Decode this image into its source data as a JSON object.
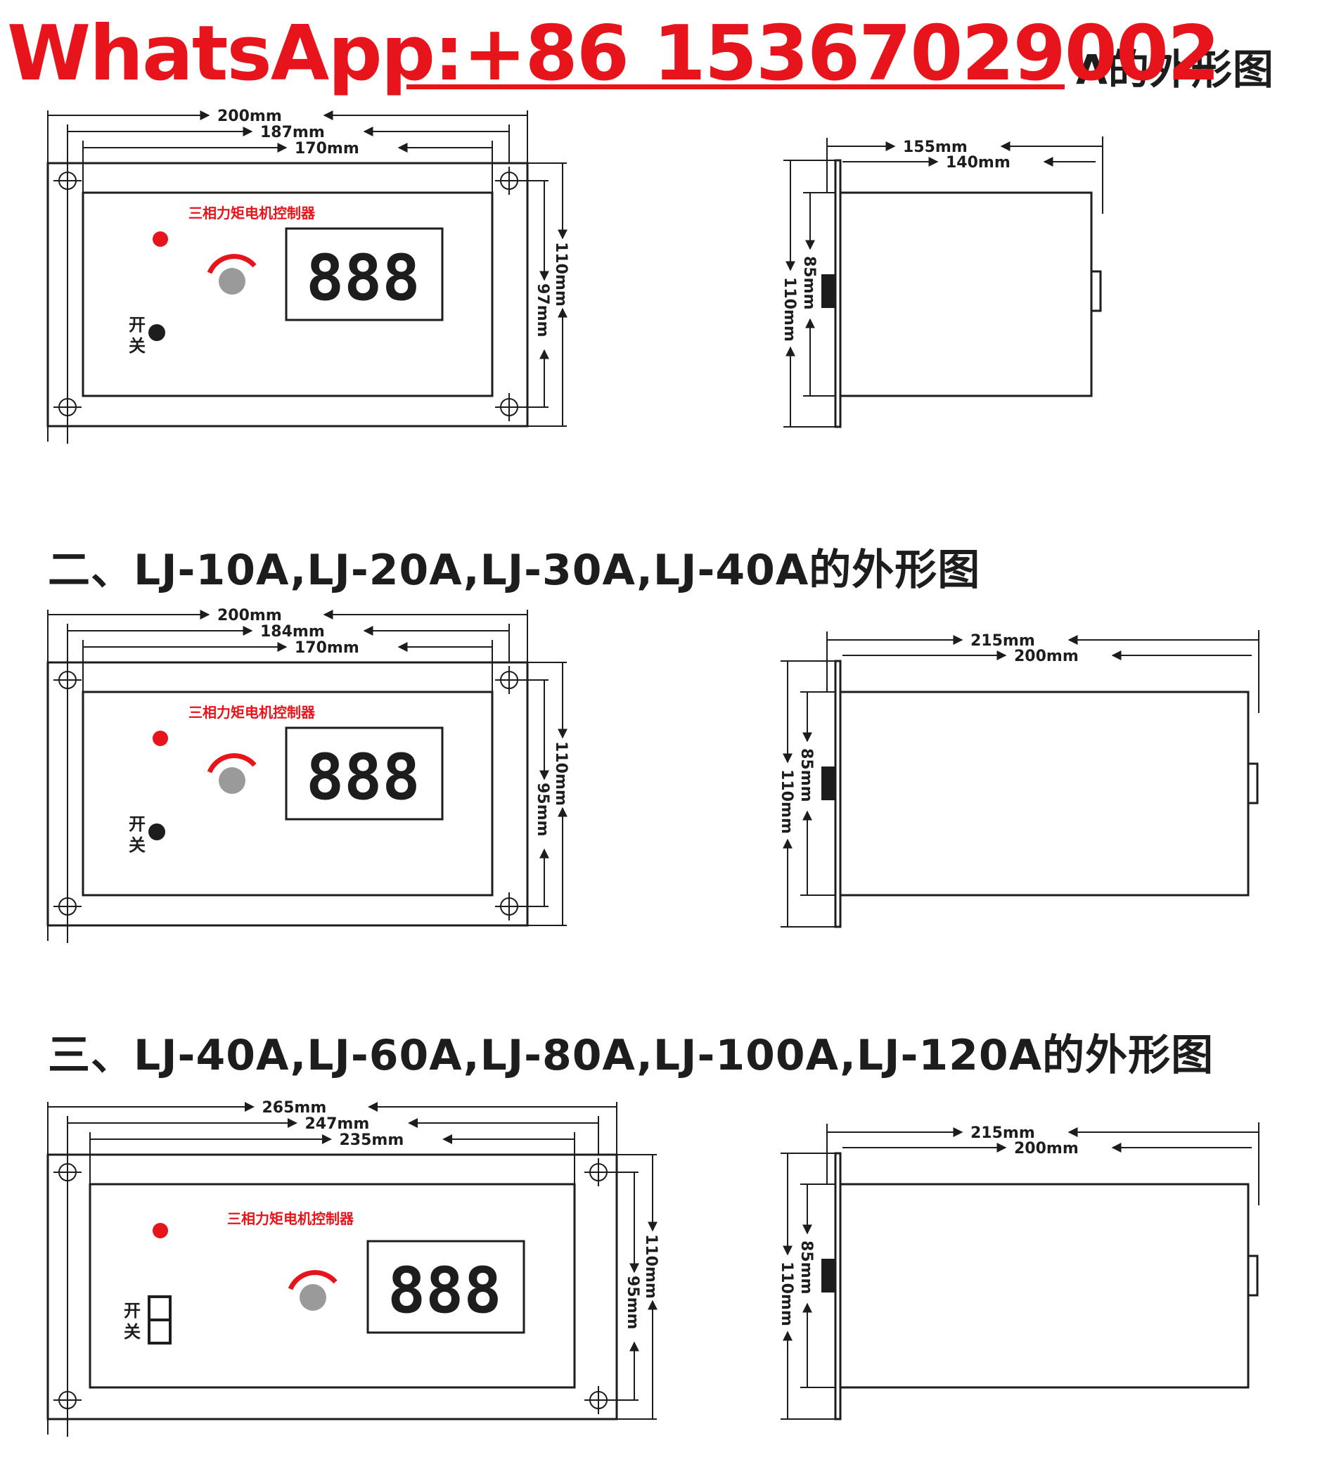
{
  "watermark": {
    "text": "WhatsApp:+86 15367029002"
  },
  "colors": {
    "ink": "#1d1d1d",
    "accent": "#e8141b",
    "knob": "#9a9a9a"
  },
  "sections": [
    {
      "heading": "A的外形图",
      "front": {
        "panel_label": "三相力矩电机控制器",
        "display": "888",
        "switch_label": "开关",
        "widths": [
          "200mm",
          "187mm",
          "170mm"
        ],
        "heights": [
          "110mm",
          "97mm"
        ]
      },
      "side": {
        "depths": [
          "155mm",
          "140mm"
        ],
        "heights": [
          "85mm",
          "110mm"
        ]
      }
    },
    {
      "heading": "二、LJ-10A,LJ-20A,LJ-30A,LJ-40A的外形图",
      "front": {
        "panel_label": "三相力矩电机控制器",
        "display": "888",
        "switch_label": "开关",
        "widths": [
          "200mm",
          "184mm",
          "170mm"
        ],
        "heights": [
          "110mm",
          "95mm"
        ]
      },
      "side": {
        "depths": [
          "215mm",
          "200mm"
        ],
        "heights": [
          "85mm",
          "110mm"
        ]
      }
    },
    {
      "heading": "三、LJ-40A,LJ-60A,LJ-80A,LJ-100A,LJ-120A的外形图",
      "front": {
        "panel_label": "三相力矩电机控制器",
        "display": "888",
        "switch_label": "开关",
        "widths": [
          "265mm",
          "247mm",
          "235mm"
        ],
        "heights": [
          "110mm",
          "95mm"
        ]
      },
      "side": {
        "depths": [
          "215mm",
          "200mm"
        ],
        "heights": [
          "85mm",
          "110mm"
        ]
      }
    }
  ]
}
